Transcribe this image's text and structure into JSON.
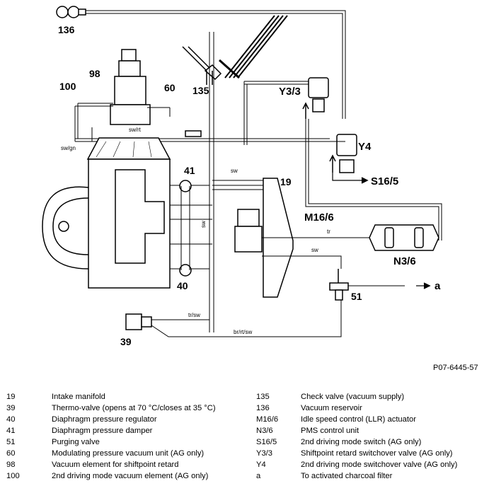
{
  "diagram": {
    "labels": {
      "l136": "136",
      "l135": "135",
      "l98": "98",
      "l100": "100",
      "l60": "60",
      "y33": "Y3/3",
      "y4": "Y4",
      "s165": "S16/5",
      "l19": "19",
      "l41": "41",
      "m166": "M16/6",
      "n36": "N3/6",
      "l40": "40",
      "l51": "51",
      "a": "a",
      "l39": "39"
    },
    "wires": {
      "sw_rt": "sw/rt",
      "sw_gn": "sw/gn",
      "sw1": "sw",
      "sw2": "sw",
      "sw3": "sw",
      "tr1": "tr",
      "tr_sw": "tr/sw",
      "br_rt_sw": "br/rt/sw"
    }
  },
  "figure_ref": "P07-6445-57",
  "legend": {
    "left": [
      {
        "code": "19",
        "desc": "Intake manifold"
      },
      {
        "code": "39",
        "desc": "Thermo-valve (opens at 70 °C/closes at 35 °C)"
      },
      {
        "code": "40",
        "desc": "Diaphragm pressure regulator"
      },
      {
        "code": "41",
        "desc": "Diaphragm pressure damper"
      },
      {
        "code": "51",
        "desc": "Purging valve"
      },
      {
        "code": "60",
        "desc": "Modulating pressure vacuum unit (AG only)"
      },
      {
        "code": "98",
        "desc": "Vacuum element for shiftpoint retard"
      },
      {
        "code": "100",
        "desc": "2nd driving mode vacuum element (AG only)"
      }
    ],
    "right": [
      {
        "code": "135",
        "desc": "Check valve (vacuum supply)"
      },
      {
        "code": "136",
        "desc": "Vacuum reservoir"
      },
      {
        "code": "M16/6",
        "desc": "Idle speed control (LLR) actuator"
      },
      {
        "code": "N3/6",
        "desc": "PMS control unit"
      },
      {
        "code": "S16/5",
        "desc": "2nd driving mode switch (AG only)"
      },
      {
        "code": "Y3/3",
        "desc": "Shiftpoint retard switchover valve (AG only)"
      },
      {
        "code": "Y4",
        "desc": "2nd driving mode switchover valve (AG only)"
      },
      {
        "code": "a",
        "desc": "To activated charcoal filter"
      }
    ]
  }
}
